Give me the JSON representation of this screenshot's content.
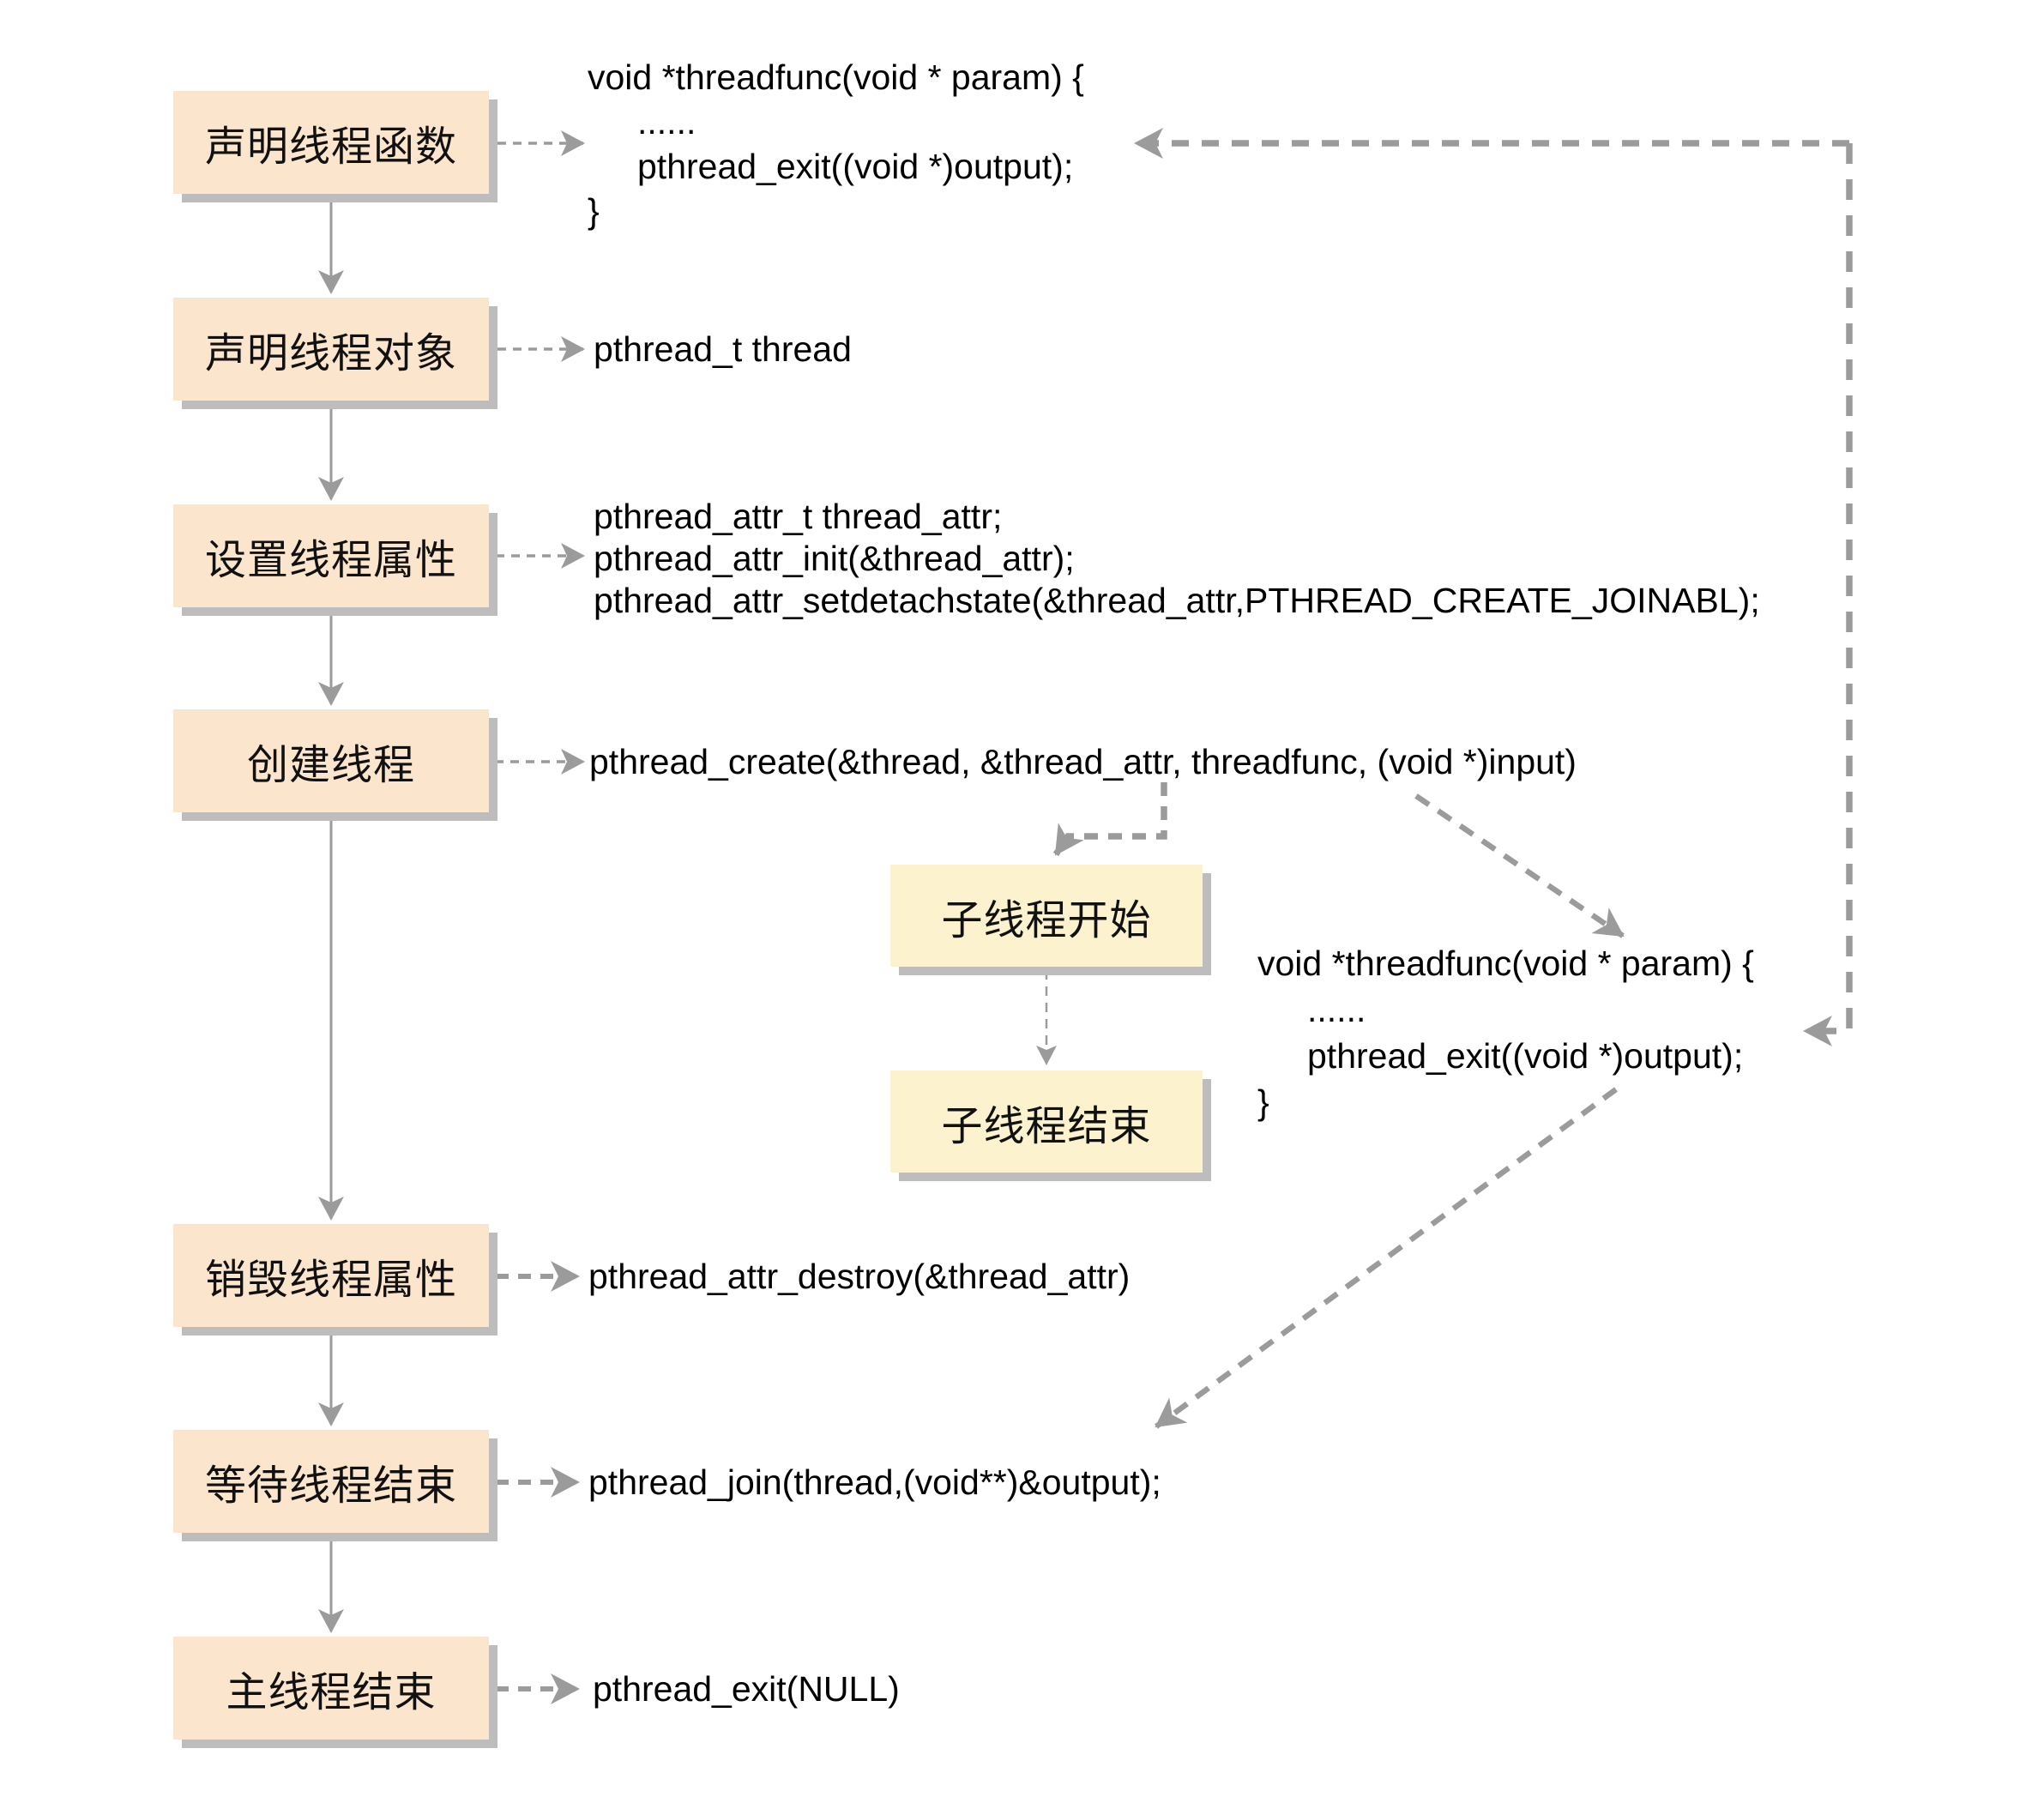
{
  "title": "pthread lifecycle flow diagram",
  "colors": {
    "flow_box_fill": "#fce5cd",
    "thread_box_fill": "#fcf2ce",
    "box_shadow": "#bdbdbd",
    "arrow_gray": "#9b9b9b",
    "code_text": "#000000"
  },
  "flow_boxes": [
    {
      "label": "声明线程函数"
    },
    {
      "label": "声明线程对象"
    },
    {
      "label": "设置线程属性"
    },
    {
      "label": "创建线程"
    },
    {
      "label": "销毁线程属性"
    },
    {
      "label": "等待线程结束"
    },
    {
      "label": "主线程结束"
    }
  ],
  "thread_boxes": [
    {
      "label": "子线程开始"
    },
    {
      "label": "子线程结束"
    }
  ],
  "code": {
    "threadfunc_decl": {
      "l1": "void *threadfunc(void * param) {",
      "l2": "......",
      "l3": "pthread_exit((void *)output);",
      "l4": "}"
    },
    "thread_obj": "pthread_t thread",
    "attr": {
      "l1": "pthread_attr_t thread_attr;",
      "l2": "pthread_attr_init(&thread_attr);",
      "l3": "pthread_attr_setdetachstate(&thread_attr,PTHREAD_CREATE_JOINABL);"
    },
    "create": "pthread_create(&thread, &thread_attr, threadfunc, (void *)input)",
    "threadfunc_impl": {
      "l1": "void *threadfunc(void * param) {",
      "l2": "......",
      "l3": "pthread_exit((void *)output);",
      "l4": "}"
    },
    "attr_destroy": "pthread_attr_destroy(&thread_attr)",
    "join": "pthread_join(thread,(void**)&output);",
    "exit_main": "pthread_exit(NULL)"
  }
}
